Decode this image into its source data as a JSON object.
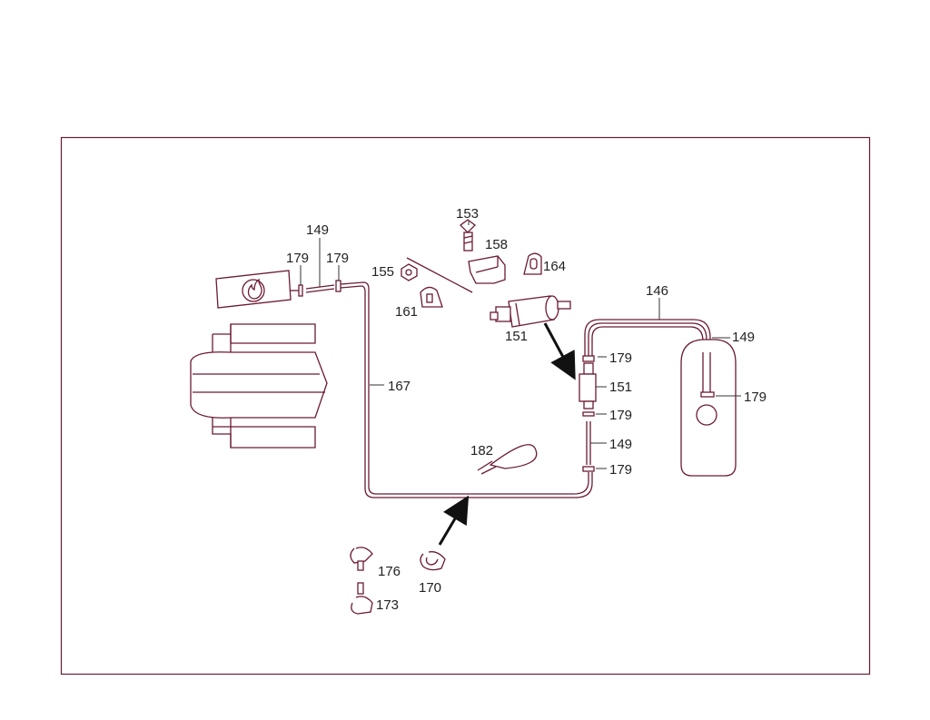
{
  "colors": {
    "line": "#6b1a33",
    "frame": "#6b1a33",
    "text": "#222222",
    "arrow": "#111111"
  },
  "callouts": {
    "l149a": "149",
    "l179a": "179",
    "l179b": "179",
    "l153": "153",
    "l158": "158",
    "l155": "155",
    "l164": "164",
    "l161": "161",
    "l151a": "151",
    "l146": "146",
    "l149b": "149",
    "l179c": "179",
    "l151b": "151",
    "l179d": "179",
    "l167": "167",
    "l179e": "179",
    "l149c": "149",
    "l179f": "179",
    "l182": "182",
    "l176": "176",
    "l170": "170",
    "l173": "173"
  },
  "icons": {
    "fire_symbol": "flame-icon"
  }
}
